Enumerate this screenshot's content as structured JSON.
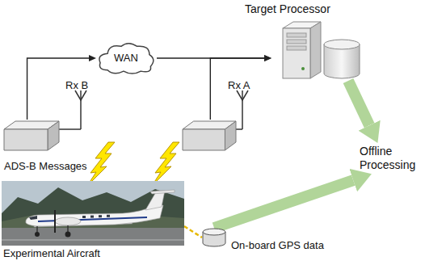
{
  "diagram": {
    "nodes": [
      {
        "text": [
          "Target Processor"
        ]
      },
      {
        "text": [
          "WAN"
        ]
      },
      {
        "text": [
          "Rx B"
        ]
      },
      {
        "text": [
          "Rx A"
        ]
      },
      {
        "text": [
          "Offline Processing"
        ]
      },
      {
        "text": [
          "Experimental Aircraft"
        ]
      },
      {
        "text": [
          "On-board GPS data"
        ]
      }
    ],
    "edges": [
      {
        "from": 2,
        "to": 1,
        "arrow": "to"
      },
      {
        "from": 1,
        "to": 0,
        "arrow": "to"
      },
      {
        "from": 3,
        "to": 0,
        "arrow": "to"
      },
      {
        "from": 0,
        "to": 4,
        "arrow": "to"
      },
      {
        "from": 6,
        "to": 4,
        "arrow": "to"
      },
      {
        "from": 5,
        "to": 6,
        "arrow": "none"
      }
    ],
    "labels": [
      "ADS-B Messages"
    ]
  }
}
